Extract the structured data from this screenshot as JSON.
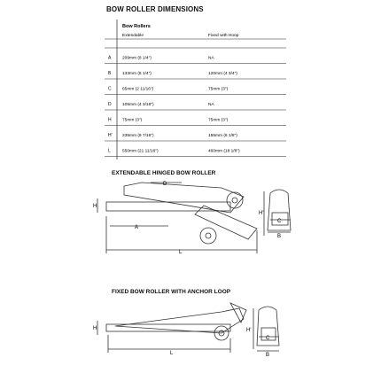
{
  "title": "BOW ROLLER DIMENSIONS",
  "table": {
    "heading": "Bow Rollers",
    "col_extendable": "Extendable",
    "col_fixed": "Fixed with Hoop",
    "rows": [
      {
        "key": "A",
        "extendable": "209mm (8 1/4\")",
        "fixed": "NA"
      },
      {
        "key": "B",
        "extendable": "133mm (5 1/4\")",
        "fixed": "120mm (4 3/4\")"
      },
      {
        "key": "C",
        "extendable": "65mm (2 11/16\")",
        "fixed": "75mm (3\")"
      },
      {
        "key": "D",
        "extendable": "105mm (4 3/16\")",
        "fixed": "NA"
      },
      {
        "key": "H",
        "extendable": "75mm (3\")",
        "fixed": "75mm (3\")"
      },
      {
        "key": "H'",
        "extendable": "235mm (9 7/16\")",
        "fixed": "155mm (6 1/8\")"
      },
      {
        "key": "L",
        "extendable": "550mm (21 11/16\")",
        "fixed": "460mm (18 1/8\")"
      }
    ]
  },
  "sections": {
    "hinged": "EXTENDABLE HINGED BOW ROLLER",
    "fixed": "FIXED BOW ROLLER WITH ANCHOR LOOP"
  },
  "dim_labels": {
    "a": "A",
    "b": "B",
    "c": "C",
    "d": "D",
    "h": "H",
    "hp": "H'",
    "l": "L"
  }
}
